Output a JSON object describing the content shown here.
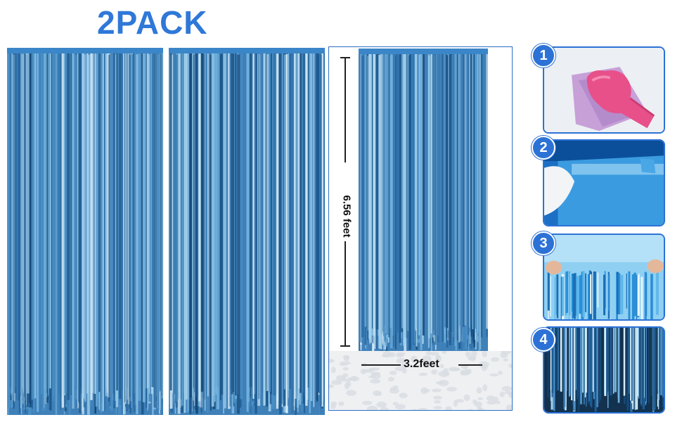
{
  "header": {
    "title": "2PACK"
  },
  "dimensions": {
    "height_label": "6.56 feet",
    "width_label": "3.2feet"
  },
  "steps": [
    {
      "number": "1",
      "icon": "cleaning-glove-icon"
    },
    {
      "number": "2",
      "icon": "peel-tape-icon"
    },
    {
      "number": "3",
      "icon": "stick-curtain-icon"
    },
    {
      "number": "4",
      "icon": "finished-curtain-icon"
    }
  ],
  "colors": {
    "accent": "#2f78d8",
    "foil_dark": "#1d5b93",
    "foil_mid": "#4a8fc6",
    "foil_light": "#9fd0ee"
  }
}
